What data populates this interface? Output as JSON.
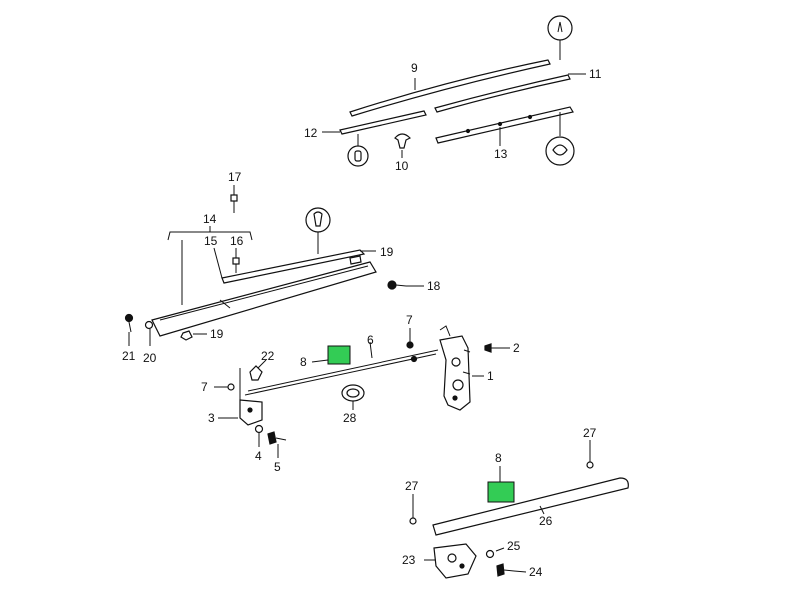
{
  "labels": {
    "l1": "1",
    "l2": "2",
    "l3": "3",
    "l4": "4",
    "l5": "5",
    "l6": "6",
    "l7a": "7",
    "l7b": "7",
    "l8a": "8",
    "l8b": "8",
    "l9": "9",
    "l10": "10",
    "l11": "11",
    "l12": "12",
    "l13": "13",
    "l14": "14",
    "l15": "15",
    "l16": "16",
    "l17": "17",
    "l18": "18",
    "l19a": "19",
    "l19b": "19",
    "l20": "20",
    "l21": "21",
    "l22": "22",
    "l23": "23",
    "l24": "24",
    "l25": "25",
    "l26": "26",
    "l27a": "27",
    "l27b": "27",
    "l28": "28"
  },
  "colors": {
    "highlight": "#33cc55",
    "line": "#111111"
  }
}
